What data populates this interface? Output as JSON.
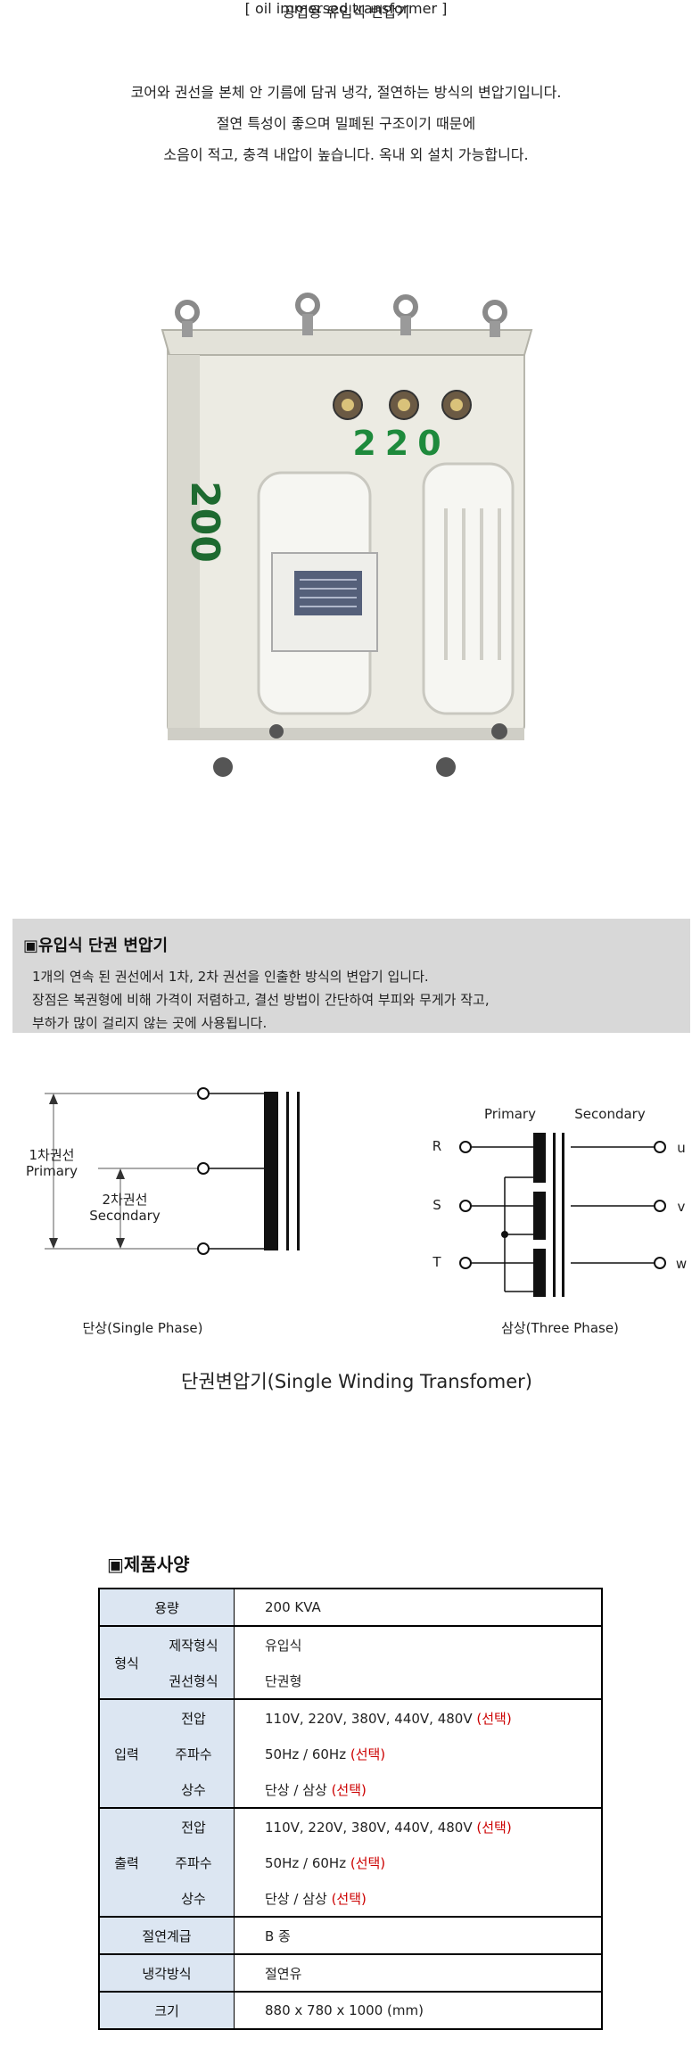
{
  "intro": {
    "title": "공업용 유입식 변압기",
    "subtitle": "[ oil immersed transformer ]",
    "lines": [
      "코어와 권선을 본체 안 기름에 담궈 냉각, 절연하는 방식의 변압기입니다.",
      "절연 특성이 좋으며 밀폐된 구조이기 때문에",
      "소음이 적고, 충격 내압이 높습니다. 옥내 외 설치 가능합니다."
    ]
  },
  "product_image": {
    "front_number": "220",
    "side_number": "200"
  },
  "single_winding": {
    "heading": "▣유입식 단권 변압기",
    "lines": [
      "1개의 연속 된 권선에서 1차, 2차 권선을 인출한 방식의 변압기 입니다.",
      "장점은 복권형에 비해 가격이 저렴하고, 결선 방법이 간단하여 부피와 무게가  작고,",
      "부하가 많이 걸리지 않는 곳에 사용됩니다."
    ]
  },
  "diagram": {
    "primary_ko": "1차권선",
    "primary_en": "Primary",
    "secondary_ko": "2차권선",
    "secondary_en": "Secondary",
    "single_caption": "단상(Single Phase)",
    "three_primary": "Primary",
    "three_secondary": "Secondary",
    "inputs": [
      "R",
      "S",
      "T"
    ],
    "outputs": [
      "u",
      "v",
      "w"
    ],
    "three_caption": "삼상(Three Phase)",
    "main_caption": "단권변압기(Single Winding Transfomer)"
  },
  "spec": {
    "title": "▣제품사양",
    "capacity_label": "용량",
    "capacity_value": "200  KVA",
    "type_label": "형식",
    "make_label": "제작형식",
    "make_value": "유입식",
    "winding_label": "권선형식",
    "winding_value": "단권형",
    "input_label": "입력",
    "output_label": "출력",
    "voltage_label": "전압",
    "voltage_value": "110V,  220V,  380V,  440V,  480V",
    "freq_label": "주파수",
    "freq_value": "50Hz  /  60Hz",
    "phase_label": "상수",
    "phase_value": "단상  /  삼상",
    "option": "(선택)",
    "insul_label": "절연계급",
    "insul_value": "B  종",
    "cool_label": "냉각방식",
    "cool_value": "절연유",
    "size_label": "크기",
    "size_value": "880  x  780  x  1000  (mm)"
  }
}
